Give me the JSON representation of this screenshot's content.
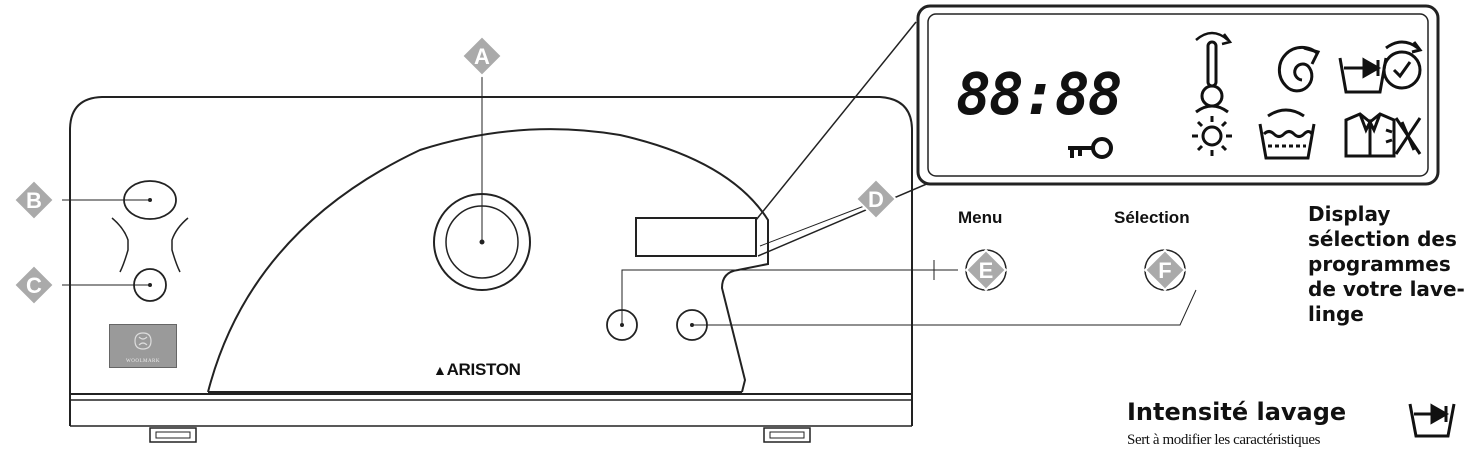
{
  "callouts": {
    "a": "A",
    "b": "B",
    "c": "C",
    "d": "D",
    "e": "E",
    "f": "F"
  },
  "display": {
    "digits": "88:88"
  },
  "buttons": {
    "menu_label": "Menu",
    "selection_label": "Sélection"
  },
  "side_text": {
    "line1": "Display",
    "line2": "sélection des",
    "line3": "programmes",
    "line4": "de votre lave-",
    "line5": "linge"
  },
  "brand": {
    "name": "ARISTON",
    "woolmark": "WOOLMARK"
  },
  "section": {
    "title": "Intensité lavage",
    "subtitle": "Sert à modifier les caractéristiques"
  },
  "icons": [
    "temperature-icon",
    "spin-icon",
    "wash-intensity-icon",
    "delay-timer-icon",
    "key-lock-icon",
    "drying-icon",
    "wash-tub-icon",
    "ironing-shirt-icon",
    "no-spin-icon"
  ]
}
